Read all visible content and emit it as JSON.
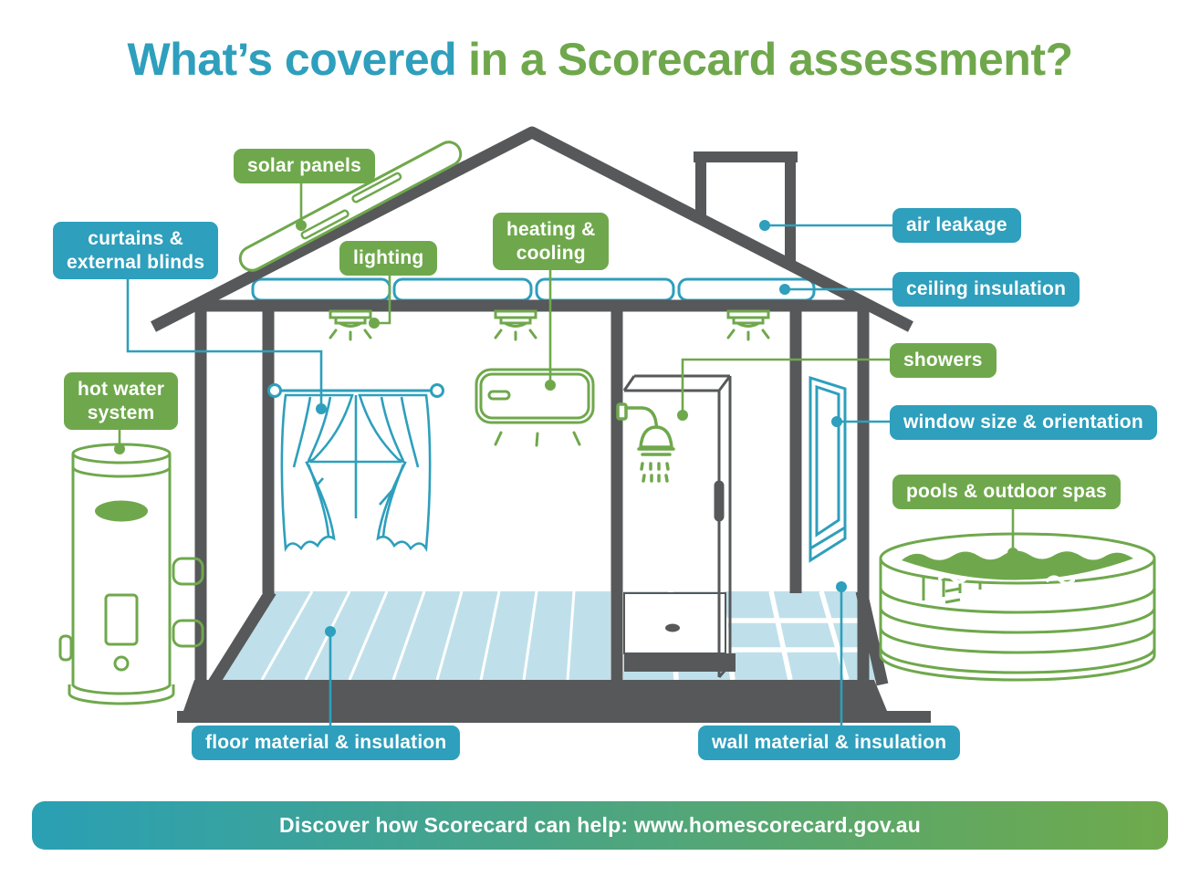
{
  "title": {
    "part1": "What’s covered",
    "part2": "in a Scorecard assessment?"
  },
  "badges": {
    "solar_panels": "solar panels",
    "curtains": "curtains &\nexternal blinds",
    "lighting": "lighting",
    "heating_cooling": "heating &\ncooling",
    "air_leakage": "air leakage",
    "ceiling_insulation": "ceiling insulation",
    "showers": "showers",
    "window_size": "window size & orientation",
    "pools_spas": "pools & outdoor spas",
    "hot_water": "hot water\nsystem",
    "floor_material": "floor material & insulation",
    "wall_material": "wall material & insulation"
  },
  "footer": {
    "text": "Discover how Scorecard can help: www.homescorecard.gov.au"
  },
  "colors": {
    "teal": "#2E9FBC",
    "green": "#6FA84C",
    "dark_gray": "#56585A",
    "light_blue": "#BFE0EA",
    "footer_gradient_left": "#2AA0B4",
    "footer_gradient_right": "#6FAA4C",
    "background": "#FFFFFF"
  },
  "icons": [
    "solar-panel-icon",
    "chimney-icon",
    "ceiling-insulation-icon",
    "downlight-icon",
    "curtained-window-icon",
    "air-conditioner-icon",
    "shower-icon",
    "window-icon",
    "hot-water-tank-icon",
    "pool-icon",
    "pool-ladder-icon",
    "floorboards-icon",
    "tiled-floor-icon",
    "shower-base-icon"
  ]
}
